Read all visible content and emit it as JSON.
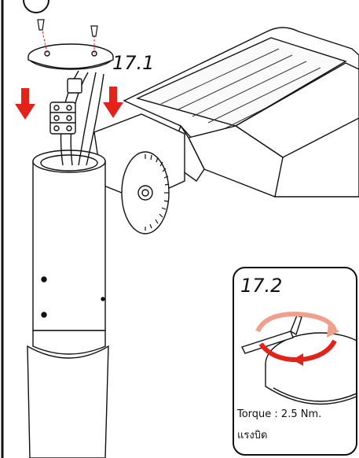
{
  "steps": {
    "main_step": "17.1",
    "inset_step": "17.2"
  },
  "torque": {
    "label": "Torque : 2.5 Nm.",
    "thai_label": "แรงบิด"
  },
  "colors": {
    "arrow_red": "#e2231a",
    "outline": "#111111",
    "screw_axis": "#e2231a"
  },
  "icons": {
    "down_arrows": "arrow-down-icon",
    "rotation": "rotate-arrow-icon",
    "hex_key": "hex-key-icon"
  }
}
